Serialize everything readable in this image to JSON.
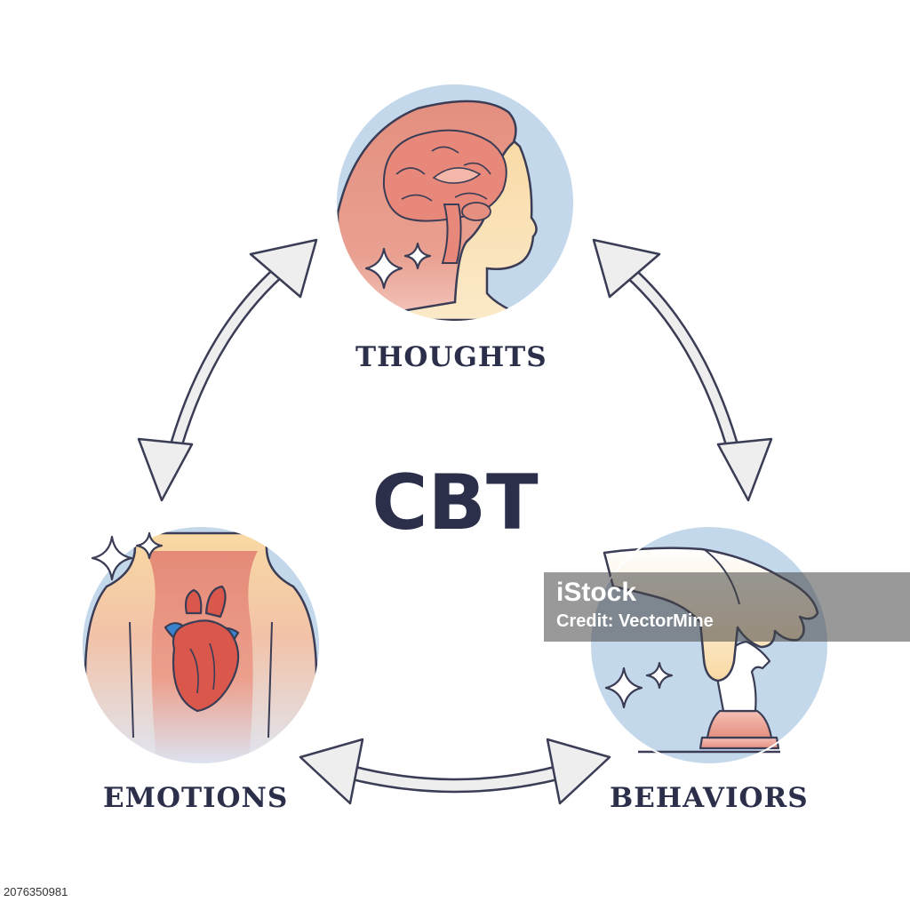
{
  "title": "CBT",
  "nodes": {
    "thoughts": {
      "label": "THOUGHTS"
    },
    "emotions": {
      "label": "EMOTIONS"
    },
    "behaviors": {
      "label": "BEHAVIORS"
    }
  },
  "watermark": {
    "brand": "iStock",
    "credit": "Credit: VectorMine"
  },
  "stock_id": "2076350981",
  "colors": {
    "text": "#2b2f4a",
    "circle_bg": "#c4d8ec",
    "skin": "#e48f7f",
    "warm": "#f9d9a3",
    "heart": "#d9574b",
    "vein": "#3a83cf",
    "arrow_fill": "#eeeeee",
    "arrow_stroke": "#3a3d55"
  },
  "icons": {
    "thoughts": "head-with-brain-icon",
    "emotions": "torso-with-heart-icon",
    "behaviors": "hand-moving-chess-knight-icon",
    "sparkles": "sparkle-icon"
  }
}
